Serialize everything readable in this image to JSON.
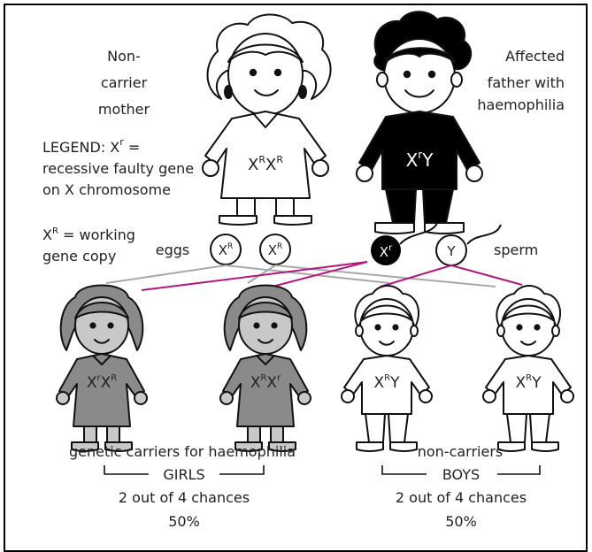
{
  "mother": {
    "label_lines": [
      "Non-",
      "carrier",
      "mother"
    ],
    "genotype": "X^R X^R"
  },
  "father": {
    "label_lines": [
      "Affected",
      "father with",
      "haemophilia"
    ],
    "genotype": "X^r Y"
  },
  "legend": {
    "lines": [
      "LEGEND: X^r =",
      "recessive faulty gene",
      "on X chromosome"
    ],
    "working_lines": [
      "X^R = working",
      "gene copy"
    ]
  },
  "gametes": {
    "eggs_label": "eggs",
    "eggs": [
      "X^R",
      "X^R"
    ],
    "sperm_label": "sperm",
    "sperm": [
      "X^r",
      "Y"
    ]
  },
  "children": [
    {
      "sex": "girl",
      "genotype": "X^r X^R",
      "status": "carrier"
    },
    {
      "sex": "girl",
      "genotype": "X^R X^r",
      "status": "carrier"
    },
    {
      "sex": "boy",
      "genotype": "X^R Y",
      "status": "non-carrier"
    },
    {
      "sex": "boy",
      "genotype": "X^R Y",
      "status": "non-carrier"
    }
  ],
  "girls_summary": {
    "caption": "genetic carriers for haemophilia",
    "group": "GIRLS",
    "chances": "2 out of 4 chances",
    "percent": "50%"
  },
  "boys_summary": {
    "caption": "non-carriers",
    "group": "BOYS",
    "chances": "2 out of 4 chances",
    "percent": "50%"
  },
  "colors": {
    "father_fill": "#000000",
    "carrier_fill": "#8a8a8a",
    "noncarrier_fill": "#ffffff",
    "line_maternal": "#a8a8a8",
    "line_paternal": "#b0187a"
  }
}
